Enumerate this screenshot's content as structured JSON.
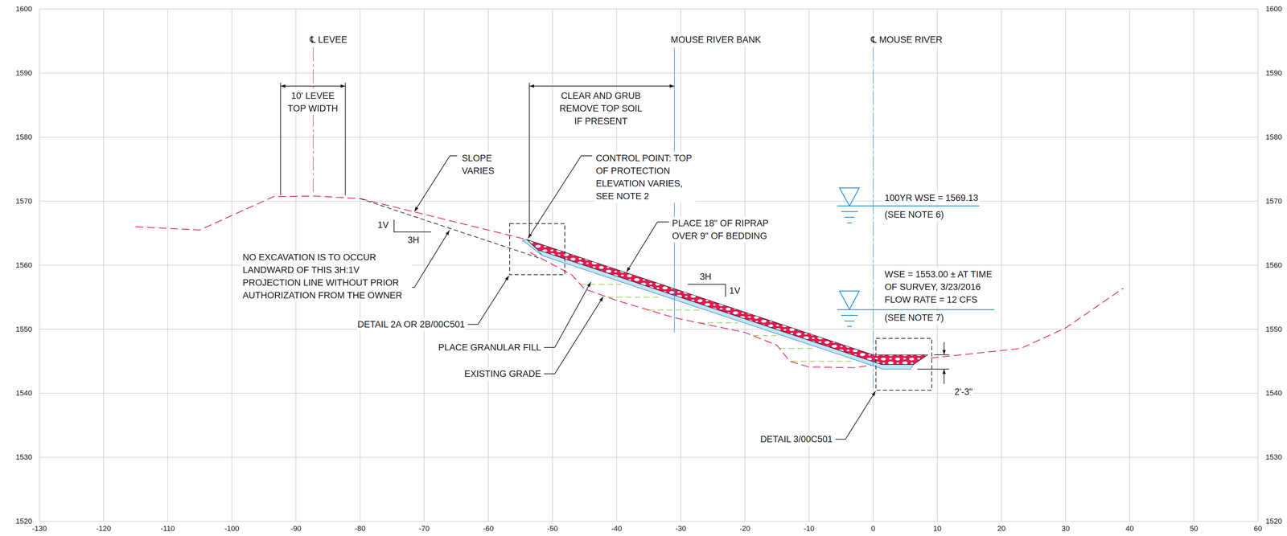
{
  "diagram": {
    "labels": [
      "℄ LEVEE",
      "10' LEVEE TOP WIDTH",
      "MOUSE RIVER BANK",
      "℄ MOUSE RIVER",
      "CLEAR AND GRUB REMOVE TOP SOIL IF PRESENT",
      "SLOPE VARIES",
      "CONTROL POINT: TOP OF PROTECTION ELEVATION VARIES, SEE NOTE 2",
      "1V",
      "3H",
      "NO EXCAVATION IS TO OCCUR LANDWARD OF THIS 3H:1V PROJECTION LINE WITHOUT PRIOR AUTHORIZATION FROM THE OWNER",
      "PLACE 18\" OF RIPRAP OVER 9\" OF BEDDING",
      "3H",
      "1V",
      "100YR WSE = 1569.13",
      "(SEE NOTE 6)",
      "WSE = 1553.00 ± AT TIME OF SURVEY, 3/23/2016 FLOW RATE = 12 CFS",
      "(SEE NOTE 7)",
      "2'-3\"",
      "DETAIL 2A OR 2B/00C501",
      "PLACE GRANULAR FILL",
      "EXISTING GRADE",
      "DETAIL 3/00C501",
      "1600",
      "1590",
      "1580",
      "1570",
      "1560",
      "1550",
      "1540",
      "1530",
      "1520",
      "1600",
      "1590",
      "1580",
      "1570",
      "1560",
      "1550",
      "1540",
      "1530",
      "1520",
      "-130",
      "-120",
      "-110",
      "-100",
      "-90",
      "-80",
      "-70",
      "-60",
      "-50",
      "-40",
      "-30",
      "-20",
      "-10",
      "0",
      "10",
      "20",
      "30",
      "40",
      "50",
      "60"
    ]
  }
}
